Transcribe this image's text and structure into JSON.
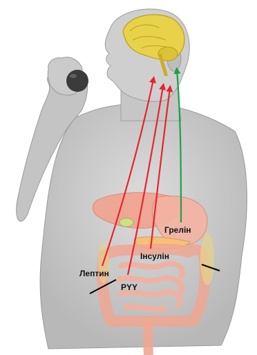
{
  "labels": {
    "leptin": "Лептин",
    "pyy": "PYY",
    "insulin": "Інсулін",
    "ghrelin": "Грелін"
  },
  "colors": {
    "red_arrow": "#e8232b",
    "green_arrow": "#1aa14a",
    "brain": "#e8d24a",
    "skin": "#c9c9c9",
    "organs": "#f2a28f"
  }
}
